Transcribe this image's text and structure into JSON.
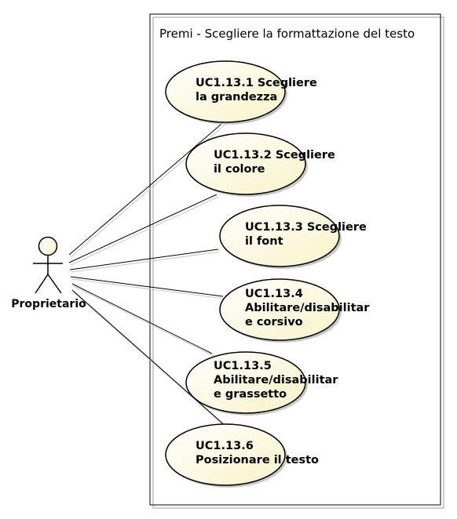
{
  "system": {
    "title": "Premi - Scegliere la formattazione del testo"
  },
  "actor": {
    "name": "Proprietario"
  },
  "use_cases": [
    {
      "lines": [
        "UC1.13.1 Scegliere",
        "la grandezza"
      ]
    },
    {
      "lines": [
        "UC1.13.2 Scegliere",
        "il colore"
      ]
    },
    {
      "lines": [
        "UC1.13.3 Scegliere",
        "il font"
      ]
    },
    {
      "lines": [
        "UC1.13.4",
        "Abilitare/disabilitar",
        "e corsivo"
      ]
    },
    {
      "lines": [
        "UC1.13.5",
        "Abilitare/disabilitar",
        "e grassetto"
      ]
    },
    {
      "lines": [
        "UC1.13.6",
        "Posizionare il testo"
      ]
    }
  ],
  "colors": {
    "use_case_fill_light": "#ffffff",
    "use_case_fill_dark": "#f7f3c6",
    "outline": "#000000",
    "frame_shadow": "#bdbdbd"
  }
}
